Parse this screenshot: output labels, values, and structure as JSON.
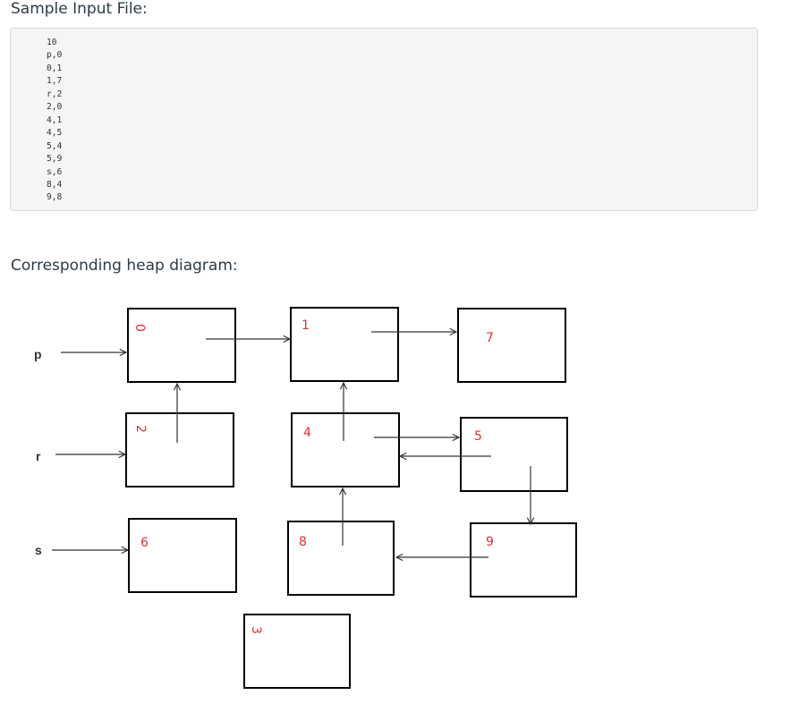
{
  "sample_heading": "Sample Input File:",
  "input_lines": [
    "10",
    "p,0",
    "0,1",
    "1,7",
    "r,2",
    "2,0",
    "4,1",
    "4,5",
    "5,4",
    "5,9",
    "s,6",
    "8,4",
    "9,8"
  ],
  "diagram_heading": "Corresponding heap diagram:",
  "label_color": "#e03030",
  "pointers": {
    "p": "p",
    "r": "r",
    "s": "s"
  },
  "nodes": {
    "n0": "0",
    "n1": "1",
    "n7": "7",
    "n2": "2",
    "n4": "4",
    "n5": "5",
    "n6": "6",
    "n8": "8",
    "n9": "9",
    "n3": "3"
  },
  "edges": [
    [
      "p",
      "0"
    ],
    [
      "0",
      "1"
    ],
    [
      "1",
      "7"
    ],
    [
      "r",
      "2"
    ],
    [
      "2",
      "0"
    ],
    [
      "4",
      "1"
    ],
    [
      "4",
      "5"
    ],
    [
      "5",
      "4"
    ],
    [
      "5",
      "9"
    ],
    [
      "s",
      "6"
    ],
    [
      "8",
      "4"
    ],
    [
      "9",
      "8"
    ]
  ]
}
